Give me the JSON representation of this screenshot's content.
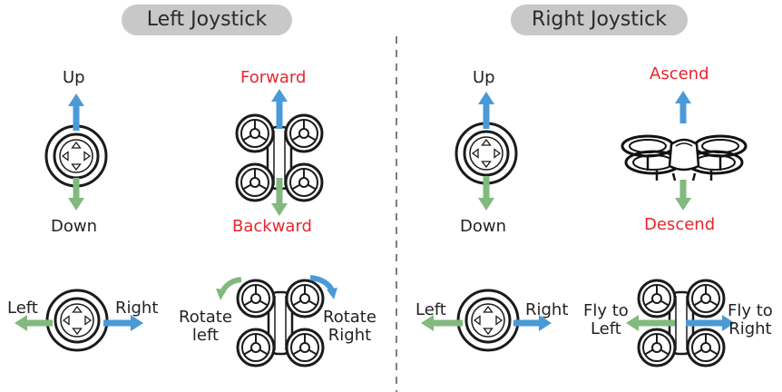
{
  "colors": {
    "red": "#e8262c",
    "blue": "#4a9ad8",
    "green": "#82b97e",
    "pill": "#c8c8c8",
    "dark": "#222222"
  },
  "left": {
    "title": "Left Joystick",
    "throttle": {
      "up": "Up",
      "down": "Down",
      "forward": "Forward",
      "backward": "Backward"
    },
    "yaw": {
      "left": "Left",
      "right": "Right",
      "rotate_left": [
        "Rotate",
        "left"
      ],
      "rotate_right": [
        "Rotate",
        "Right"
      ]
    }
  },
  "right": {
    "title": "Right Joystick",
    "pitch": {
      "up": "Up",
      "down": "Down",
      "ascend": "Ascend",
      "descend": "Descend"
    },
    "roll": {
      "left": "Left",
      "right": "Right",
      "fly_left": [
        "Fly to",
        "Left"
      ],
      "fly_right": [
        "Fly to",
        "Right"
      ]
    }
  },
  "icons": [
    "joystick-icon",
    "drone-top-icon",
    "drone-side-icon",
    "arrow-icon",
    "curved-arrow-icon"
  ]
}
